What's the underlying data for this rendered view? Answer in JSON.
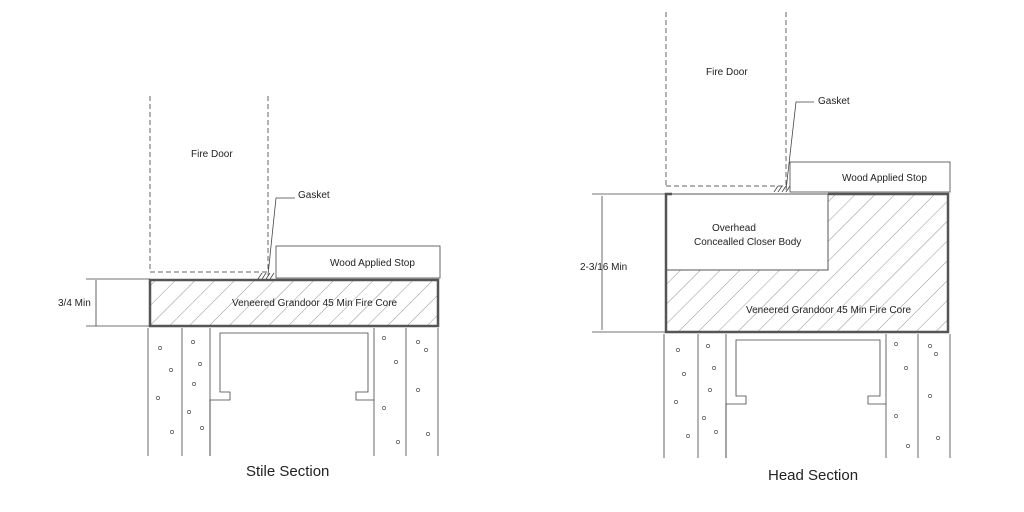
{
  "stile": {
    "title": "Stile Section",
    "fire_door": "Fire Door",
    "gasket": "Gasket",
    "stop": "Wood Applied Stop",
    "core": "Veneered Grandoor 45 Min Fire Core",
    "dimension": "3/4 Min"
  },
  "head": {
    "title": "Head Section",
    "fire_door": "Fire Door",
    "gasket": "Gasket",
    "stop": "Wood Applied Stop",
    "closer_line1": "Overhead",
    "closer_line2": "Concealled Closer Body",
    "core": "Veneered Grandoor 45 Min Fire Core",
    "dimension": "2-3/16 Min"
  }
}
